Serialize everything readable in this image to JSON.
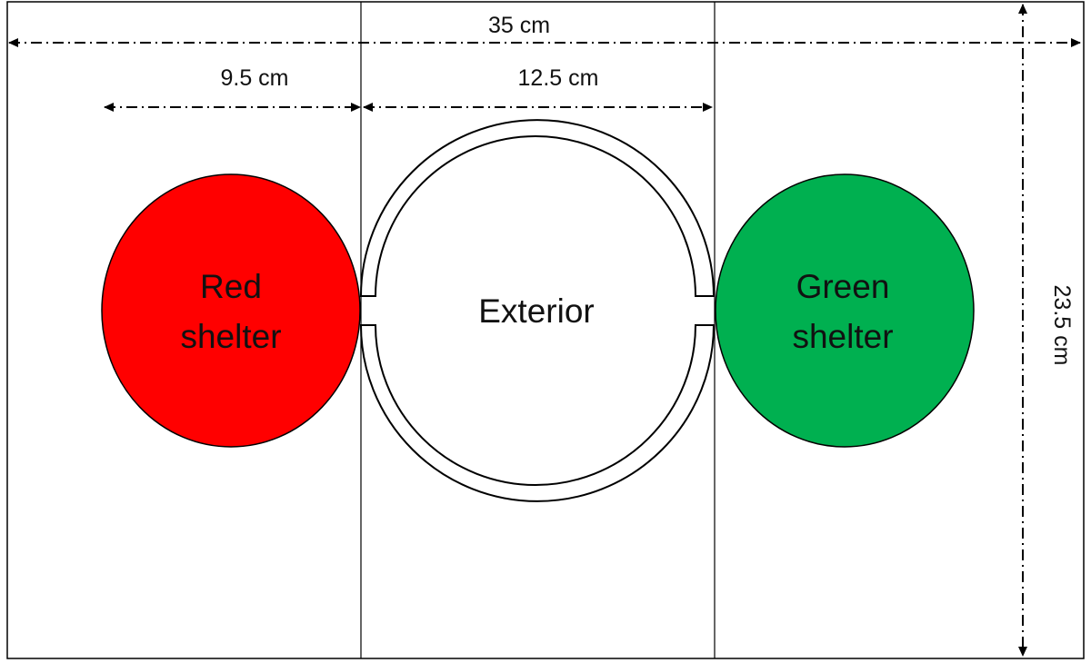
{
  "colors": {
    "red_shelter": "#ff0000",
    "green_shelter": "#00b050",
    "exterior": "#ffffff",
    "outline": "#000000"
  },
  "dimensions": {
    "total_width": "35 cm",
    "shelter_zone_width": "9.5 cm",
    "exterior_zone_width": "12.5 cm",
    "height": "23.5 cm"
  },
  "zones": {
    "red_shelter": {
      "line1": "Red",
      "line2": "shelter"
    },
    "exterior": {
      "label": "Exterior"
    },
    "green_shelter": {
      "line1": "Green",
      "line2": "shelter"
    }
  }
}
